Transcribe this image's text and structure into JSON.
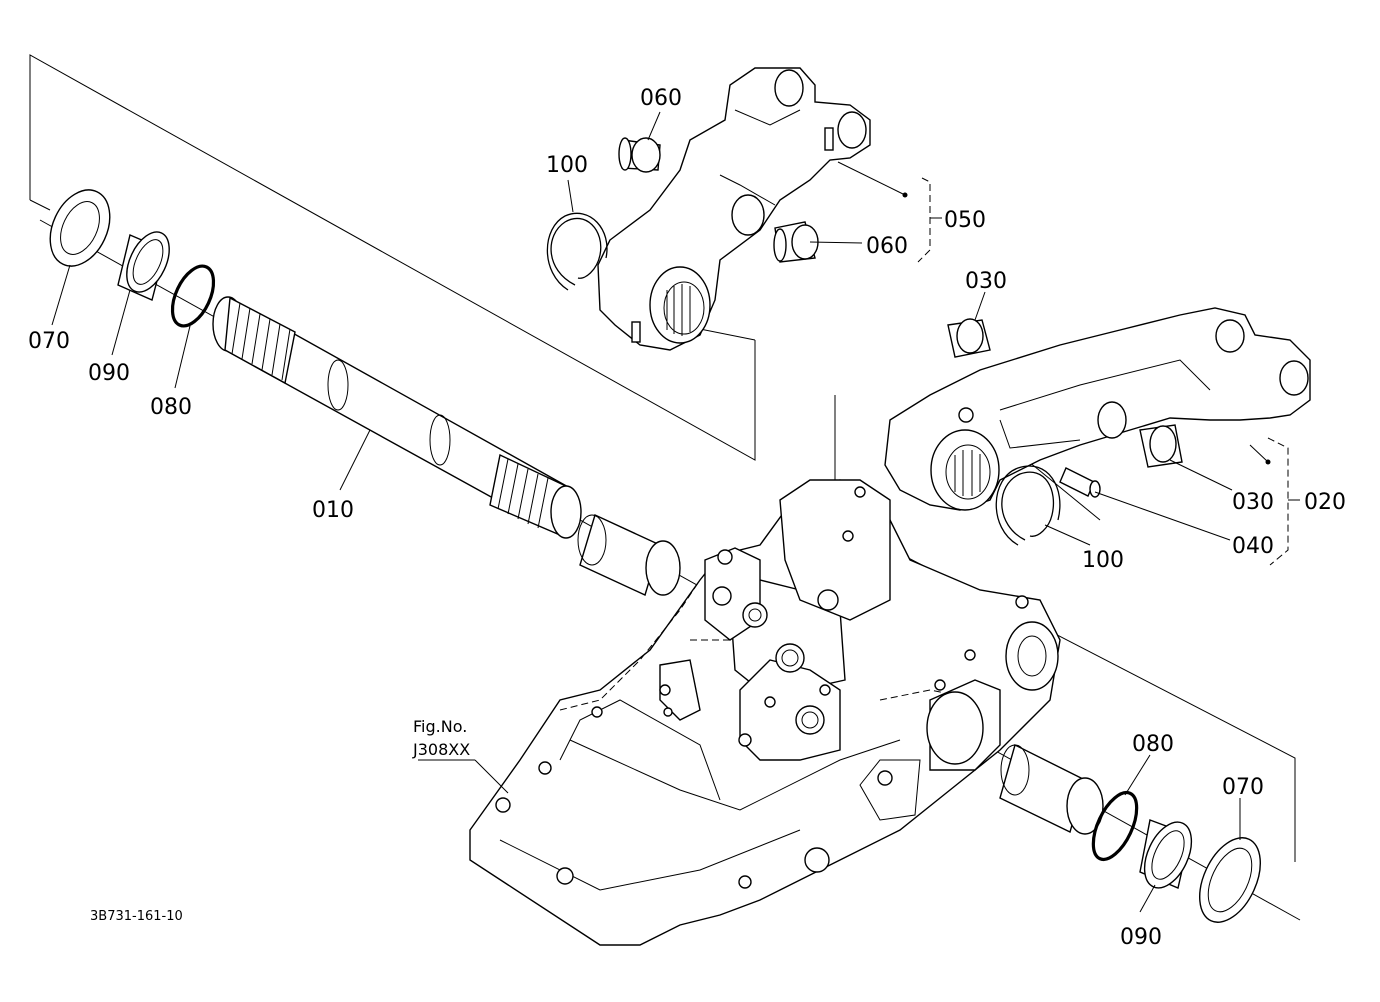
{
  "drawing_code": "3B731-161-10",
  "figure_reference": {
    "line1": "Fig.No.",
    "line2": "J308XX"
  },
  "callouts": {
    "shaft": "010",
    "right_arm": "020",
    "right_arm_bushing_top": "030",
    "right_arm_bushing_bottom": "030",
    "pin": "040",
    "left_arm": "050",
    "left_arm_bushing_top": "060",
    "left_arm_bushing_bottom": "060",
    "washer_left": "070",
    "washer_right": "070",
    "oring_left": "080",
    "oring_right": "080",
    "collar_left": "090",
    "collar_right": "090",
    "snap_ring_left": "100",
    "snap_ring_right": "100"
  }
}
